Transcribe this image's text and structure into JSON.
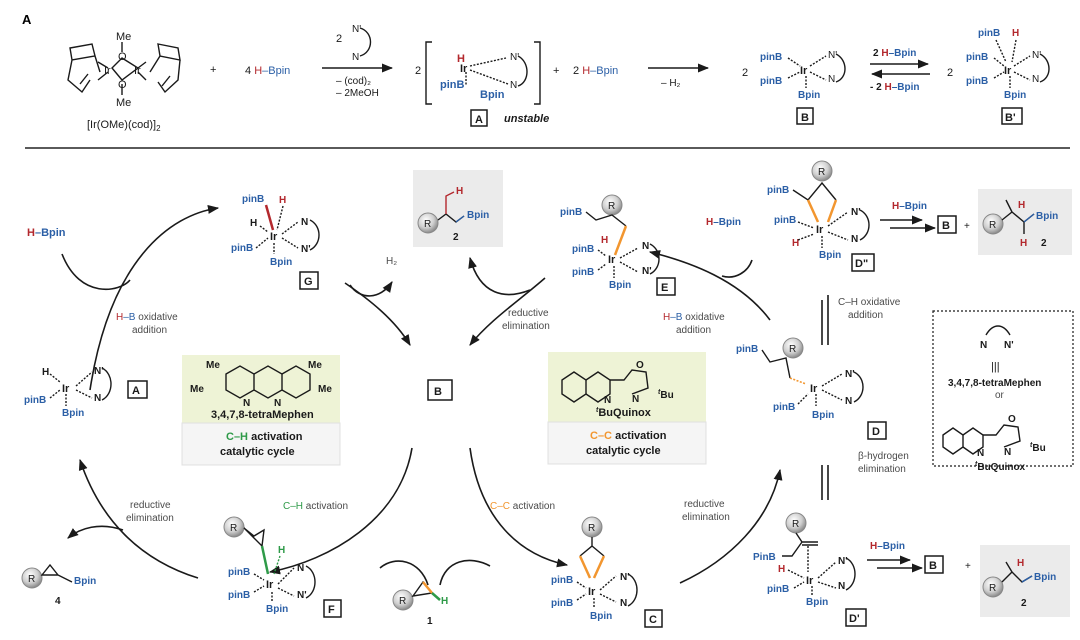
{
  "panel_label": "A",
  "colors": {
    "boron_blue": "#2b5fa6",
    "hydrogen_red": "#b3282d",
    "ch_green": "#2e9a48",
    "cc_orange": "#f2962f",
    "ligand_box_bg": "#eef3d6",
    "cycle_box_bg": "#f5f5f5",
    "product_box_bg": "#ebebeb"
  },
  "top_scheme": {
    "precatalyst_name": "[Ir(OMe)(cod)]",
    "precatalyst_subscript": "2",
    "precatalyst_me_top": "Me",
    "precatalyst_me_bottom": "Me",
    "precatalyst_ir": "Ir",
    "precatalyst_o": "O",
    "plus1": "+",
    "reagent1_coef": "4",
    "reagent1_h": "H",
    "reagent1_bpin": "–Bpin",
    "arrow1_ligand_coef": "2",
    "arrow1_byproduct1": "– (cod)₂",
    "arrow1_byproduct2": "– 2MeOH",
    "complexA_coef": "2",
    "complexA_label": "A",
    "complexA_note": "unstable",
    "plus2": "+",
    "reagent2_coef": "2",
    "reagent2_h": "H",
    "reagent2_bpin": "–Bpin",
    "arrow2_label": "– H₂",
    "complexB_coef": "2",
    "complexB_label": "B",
    "eq_forward": "2 H–Bpin",
    "eq_forward_coef": "2",
    "eq_forward_h": "H",
    "eq_forward_bpin": "–Bpin",
    "eq_reverse_coef": "- 2",
    "eq_reverse_h": "H",
    "eq_reverse_bpin": "–Bpin",
    "complexBp_coef": "2",
    "complexBp_label": "B'"
  },
  "atoms": {
    "ir": "Ir",
    "n": "N",
    "n_prime": "N'",
    "pinB": "pinB",
    "PinB": "PinB",
    "bpin": "Bpin",
    "h": "H",
    "r": "R",
    "me": "Me",
    "o": "O",
    "tbu": "Bu",
    "t": "t"
  },
  "cycle": {
    "center_label": "B",
    "hbpin_reagent_h": "H",
    "hbpin_reagent_bpin": "–Bpin",
    "hb_oxidative_addition_h": "H",
    "hb_oxidative_addition_b": "–B",
    "hb_oxidative_addition_rest": " oxidative",
    "hb_oxidative_addition_line2": "addition",
    "h2_release": "H₂",
    "reductive_elimination_1": "reductive",
    "reductive_elimination_2": "elimination",
    "ch_activation_colored": "C–H",
    "ch_activation_rest": " activation",
    "cc_activation_colored": "C–C",
    "cc_activation_rest": " activation",
    "ch_oxidative_addition_1": "C–H oxidative",
    "ch_oxidative_addition_2": "addition",
    "beta_hydrogen_1": "β-hydrogen",
    "beta_hydrogen_2": "elimination",
    "intermediates": {
      "A": "A",
      "B": "B",
      "C": "C",
      "D": "D",
      "Dp": "D'",
      "Dpp": "D\"",
      "E": "E",
      "F": "F",
      "G": "G"
    },
    "compounds": {
      "substrate": "1",
      "product_hydroboration": "2",
      "product_ch": "4"
    },
    "plus": "+",
    "dpp_reagent_h": "H",
    "dpp_reagent_bpin": "–Bpin",
    "dp_reagent_h": "H",
    "dp_reagent_bpin": "–Bpin"
  },
  "ligand_boxes": {
    "ch": {
      "ligand_name": "3,4,7,8-tetraMephen",
      "cycle_colored": "C–H",
      "cycle_line1_rest": " activation",
      "cycle_line2": "catalytic cycle"
    },
    "cc": {
      "ligand_name_sup": "t",
      "ligand_name": "BuQuinox",
      "cycle_colored": "C–C",
      "cycle_line1_rest": " activation",
      "cycle_line2": "catalytic cycle"
    }
  },
  "legend_box": {
    "ligand_n": "N",
    "ligand_n_prime": "N'",
    "equiv_symbol": "|||",
    "option1": "3,4,7,8-tetraMephen",
    "or": "or",
    "option2_sup": "t",
    "option2": "BuQuinox"
  }
}
